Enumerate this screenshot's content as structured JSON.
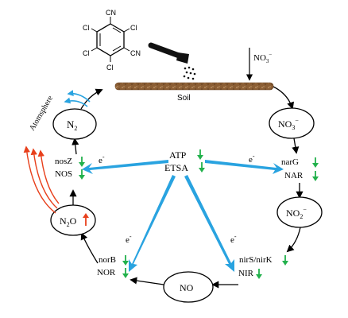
{
  "molecule": {
    "top_label": "CN",
    "right_label": "CN",
    "left_top_label": "Cl",
    "left_bottom_label": "Cl",
    "right_top_label": "Cl",
    "bottom_label": "Cl"
  },
  "soil": {
    "label": "Soil"
  },
  "atmosphere": {
    "label": "Atomsphere"
  },
  "nodes": {
    "n2": {
      "main": "N",
      "sub": "2"
    },
    "no3": {
      "main": "NO",
      "sub": "3",
      "sup": "−"
    },
    "no2": {
      "main": "NO",
      "sub": "2",
      "sup": "−"
    },
    "no": {
      "main": "NO"
    },
    "n2o": {
      "main": "N",
      "sub": "2",
      "tail": "O"
    }
  },
  "input_no3": {
    "main": "NO",
    "sub": "3",
    "sup": "−"
  },
  "center": {
    "atp": "ATP",
    "etsa": "ETSA"
  },
  "genes": {
    "narG": "narG",
    "nar": "NAR",
    "nirS_nirK": "nirS/nirK",
    "nir": "NIR",
    "norB": "norB",
    "nor": "NOR",
    "nosZ": "nosZ",
    "nos": "NOS"
  },
  "electron": {
    "label": "e",
    "charge": "-"
  },
  "colors": {
    "down_arrow": "#22b14c",
    "up_arrow": "#e8401c",
    "electron_flow": "#29a3e0",
    "soil": "#8b5e34",
    "line": "#000000"
  }
}
